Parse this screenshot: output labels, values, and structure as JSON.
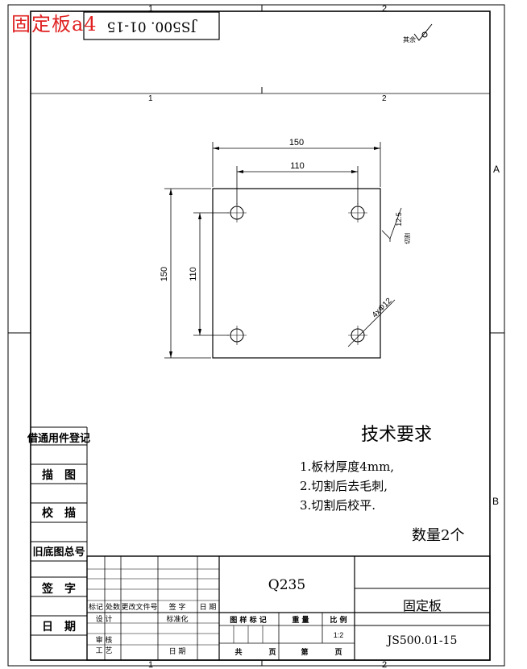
{
  "overlay": {
    "red_title": "固定板a4"
  },
  "frame": {
    "zone_numbers": [
      "1",
      "2"
    ],
    "zone_letters": [
      "A",
      "B"
    ]
  },
  "code_box": {
    "text": "JS500. 01-15"
  },
  "surface_mark": {
    "label": "其余"
  },
  "dimensions": {
    "outer_width": "150",
    "inner_width": "110",
    "outer_height": "150",
    "inner_height": "110",
    "roughness": "12.5",
    "roughness_note": "切割",
    "holes": "4xΦ12"
  },
  "tech_requirements": {
    "heading": "技术要求",
    "items": [
      "1.板材厚度4mm,",
      "2.切割后去毛刺,",
      "3.切割后校平."
    ]
  },
  "quantity": "数量2个",
  "left_column": {
    "labels": [
      "借通用件登记",
      "描　图",
      "校　描",
      "旧底图总号",
      "签　字",
      "日　期"
    ]
  },
  "title_block": {
    "material": "Q235",
    "part_name": "固定板",
    "drawing_number": "JS500.01-15",
    "scale": "1:2",
    "rev_headers": [
      "标记",
      "处数",
      "更改文件号",
      "签 字",
      "日 期"
    ],
    "design_label": "设 计",
    "standard_label": "标准化",
    "review_label": "审 核",
    "process_label": "工 艺",
    "date_label": "日 期",
    "stage_label": "图 样 标 记",
    "weight_label": "重 量",
    "scale_label": "比 例",
    "total_label": "共",
    "sheet_label": "页",
    "page_label": "第",
    "page_end_label": "页"
  }
}
